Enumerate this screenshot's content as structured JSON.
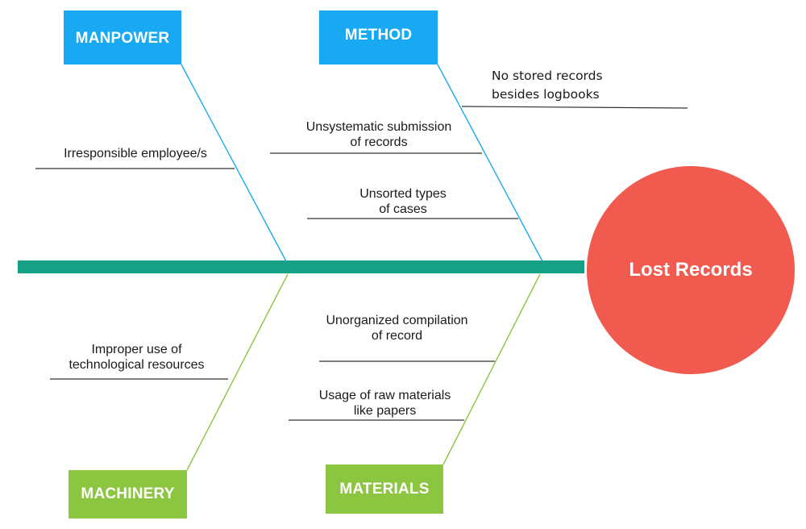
{
  "categories": {
    "manpower": "MANPOWER",
    "method": "METHOD",
    "machinery": "MACHINERY",
    "materials": "MATERIALS"
  },
  "effect": "Lost Records",
  "causes": {
    "manpower": [
      [
        "Irresponsible employee/s"
      ]
    ],
    "method": [
      [
        "No stored records",
        "besides logbooks"
      ],
      [
        "Unsystematic submission",
        "of records"
      ],
      [
        "Unsorted types",
        "of cases"
      ]
    ],
    "machinery": [
      [
        "Improper use of",
        "technological resources"
      ]
    ],
    "materials": [
      [
        "Unorganized compilation",
        "of record"
      ],
      [
        "Usage of raw materials",
        "like papers"
      ]
    ]
  },
  "colors": {
    "spine": "#16a085",
    "top_category": "#19a9f2",
    "bottom_category": "#8cc540",
    "effect": "#f05a4f",
    "cause_underline": "#333333"
  }
}
